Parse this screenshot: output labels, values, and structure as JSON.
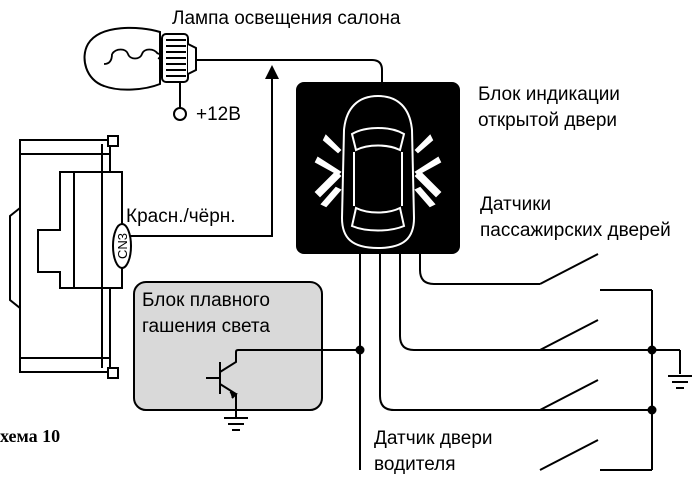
{
  "labels": {
    "lamp": "Лампа освещения салона",
    "plus12": "+12В",
    "wire_red_black": "Красн./чёрн.",
    "connector": "CN3",
    "indicator_block_line1": "Блок индикации",
    "indicator_block_line2": "открытой двери",
    "passenger_sensors_line1": "Датчики",
    "passenger_sensors_line2": "пассажирских дверей",
    "dimmer_line1": "Блок плавного",
    "dimmer_line2": "гашения света",
    "driver_sensor_line1": "Датчик двери",
    "driver_sensor_line2": "водителя",
    "caption": "хема 10"
  },
  "colors": {
    "stroke": "#000000",
    "indicator_block": "#000000",
    "dimmer_fill": "#d9d9d9",
    "background": "#ffffff"
  }
}
